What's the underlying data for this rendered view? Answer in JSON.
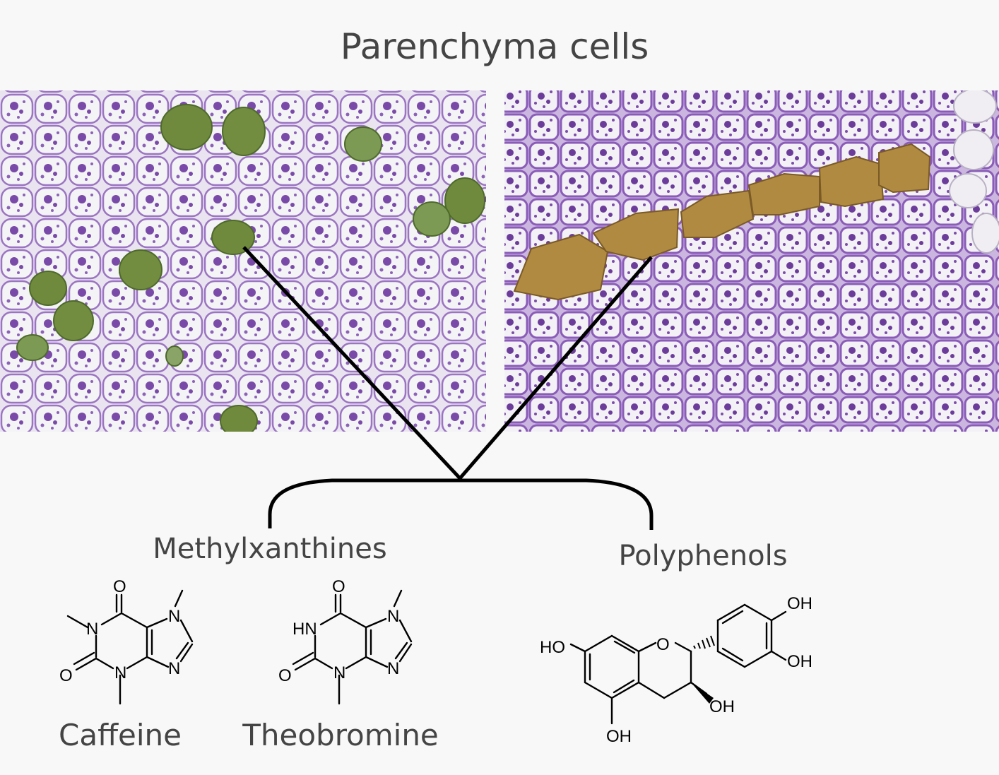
{
  "title": "Parenchyma cells",
  "groups": {
    "left": "Methylxanthines",
    "right": "Polyphenols"
  },
  "compounds": {
    "caffeine": {
      "name": "Caffeine",
      "atoms": {
        "o_top": "O",
        "o_left": "O",
        "n1": "N",
        "n3": "N",
        "n7": "N",
        "n9": "N"
      }
    },
    "theobromine": {
      "name": "Theobromine",
      "atoms": {
        "o_top": "O",
        "o_left": "O",
        "hn": "HN",
        "n3": "N",
        "n7": "N",
        "n9": "N"
      }
    },
    "catechin": {
      "atoms": {
        "ho_left": "HO",
        "o_ring": "O",
        "oh_top": "OH",
        "oh_mid": "OH",
        "oh_c3": "OH",
        "oh_bottom": "OH"
      }
    }
  },
  "colors": {
    "background": "#f8f8f8",
    "text": "#444444",
    "cell_stain": "#8a5cb8",
    "left_inclusion": "#6f8a3c",
    "right_inclusion": "#b08a40"
  }
}
